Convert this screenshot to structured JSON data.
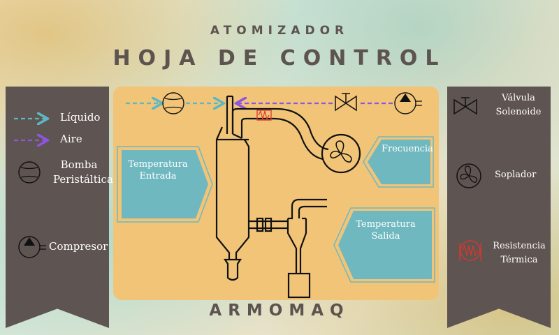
{
  "header": {
    "subtitle": "ATOMIZADOR",
    "title": "HOJA DE CONTROL",
    "footer": "ARMOMAQ"
  },
  "legend_left": {
    "liquid": "Líquido",
    "air": "Aire",
    "pump_line1": "Bomba",
    "pump_line2": "Peristáltica",
    "compressor": "Compresor"
  },
  "legend_right": {
    "valve_line1": "Válvula",
    "valve_line2": "Solenoide",
    "blower": "Soplador",
    "resistance_line1": "Resistencia",
    "resistance_line2": "Térmica"
  },
  "controls": {
    "temp_in_line1": "Temperatura",
    "temp_in_line2": "Entrada",
    "frequency": "Frecuencia",
    "temp_out_line1": "Temperatura",
    "temp_out_line2": "Salida"
  },
  "colors": {
    "banner": "#5e5451",
    "panel": "#f1c478",
    "display": "#6fb8c0",
    "liquid_line": "#5cb8c4",
    "air_line": "#8f54e0",
    "resistance": "#d8382c",
    "title": "#5d534f"
  }
}
